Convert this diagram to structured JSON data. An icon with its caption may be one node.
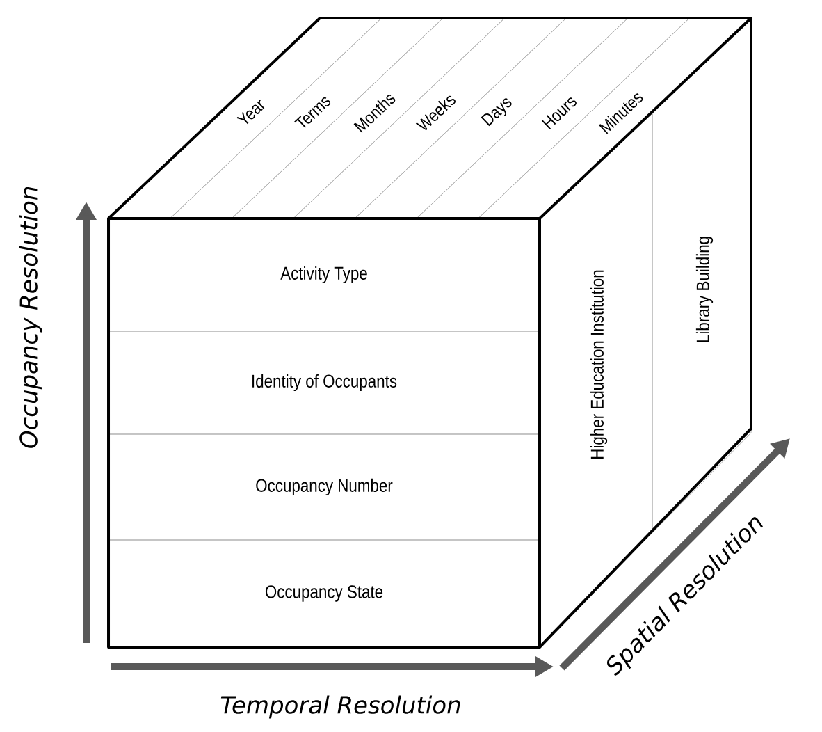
{
  "diagram": {
    "nodes": [
      {
        "text": [
          "Year"
        ]
      },
      {
        "text": [
          "Terms"
        ]
      },
      {
        "text": [
          "Months"
        ]
      },
      {
        "text": [
          "Weeks"
        ]
      },
      {
        "text": [
          "Days"
        ]
      },
      {
        "text": [
          "Hours"
        ]
      },
      {
        "text": [
          "Minutes"
        ]
      },
      {
        "text": [
          "Activity Type"
        ]
      },
      {
        "text": [
          "Identity of Occupants"
        ]
      },
      {
        "text": [
          "Occupancy Number"
        ]
      },
      {
        "text": [
          "Occupancy State"
        ]
      },
      {
        "text": [
          "Higher Education Institution"
        ]
      },
      {
        "text": [
          "Library Building"
        ]
      }
    ],
    "labels": [
      "Occupancy Resolution",
      "Temporal Resolution",
      "Spatial Resolution"
    ]
  }
}
